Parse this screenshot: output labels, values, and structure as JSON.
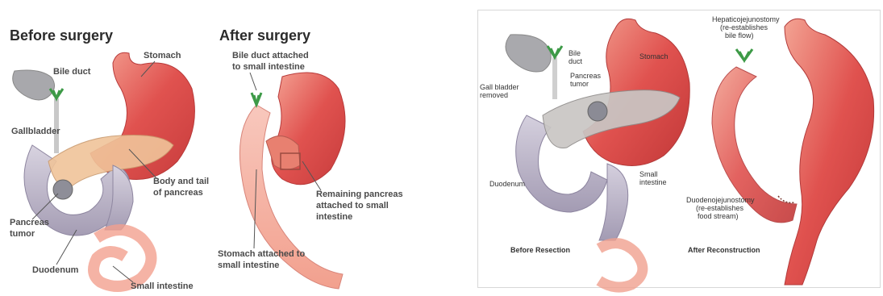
{
  "left": {
    "title_before": "Before surgery",
    "title_after": "After surgery",
    "labels": {
      "bile_duct": "Bile duct",
      "stomach": "Stomach",
      "gallbladder": "Gallbladder",
      "body_tail_1": "Body and tail",
      "body_tail_2": "of pancreas",
      "pancreas_tumor_1": "Pancreas",
      "pancreas_tumor_2": "tumor",
      "duodenum": "Duodenum",
      "small_intestine": "Small intestine",
      "bile_attached_1": "Bile duct attached",
      "bile_attached_2": "to small intestine",
      "remaining_1": "Remaining pancreas",
      "remaining_2": "attached to small",
      "remaining_3": "intestine",
      "stomach_attached_1": "Stomach attached to",
      "stomach_attached_2": "small intestine"
    }
  },
  "right": {
    "labels": {
      "bile_1": "Bile",
      "bile_2": "duct",
      "stomach": "Stomach",
      "gall_1": "Gall bladder",
      "gall_2": "removed",
      "pancreas_1": "Pancreas",
      "pancreas_2": "tumor",
      "duodenum": "Duodenum",
      "small_1": "Small",
      "small_2": "intestine",
      "hepatico_1": "Hepaticojejunostomy",
      "hepatico_2": "(re-establishes",
      "hepatico_3": "bile flow)",
      "duodeno_1": "Duodenojejunostomy",
      "duodeno_2": "(re-establishes",
      "duodeno_3": "food stream)",
      "before": "Before Resection",
      "after": "After Reconstruction"
    }
  },
  "colors": {
    "stomach": "#e0524f",
    "stomach_light": "#f3a393",
    "intestine": "#b9b2c6",
    "pancreas": "#f0c49a",
    "bile_green": "#3d9a47",
    "gallbladder": "#aaaaaa"
  }
}
